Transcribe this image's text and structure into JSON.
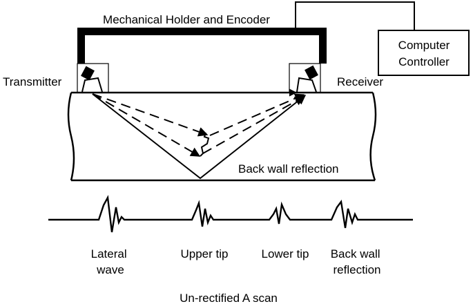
{
  "labels": {
    "holder": "Mechanical Holder and Encoder",
    "controller_line1": "Computer",
    "controller_line2": "Controller",
    "transmitter": "Transmitter",
    "receiver": "Receiver",
    "back_wall": "Back wall reflection"
  },
  "ascan": {
    "signals": [
      {
        "lines": [
          "Lateral",
          "wave"
        ]
      },
      {
        "lines": [
          "Upper tip"
        ]
      },
      {
        "lines": [
          "Lower tip"
        ]
      },
      {
        "lines": [
          "Back wall",
          "reflection"
        ]
      }
    ],
    "caption": "Un-rectified A scan"
  }
}
